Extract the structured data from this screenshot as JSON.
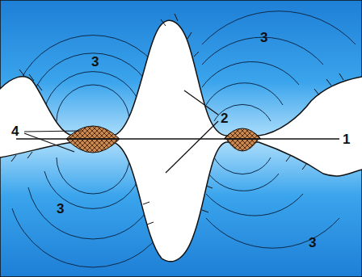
{
  "diagram": {
    "labels": [
      "3",
      "3",
      "4",
      "2",
      "1",
      "3",
      "3"
    ]
  }
}
